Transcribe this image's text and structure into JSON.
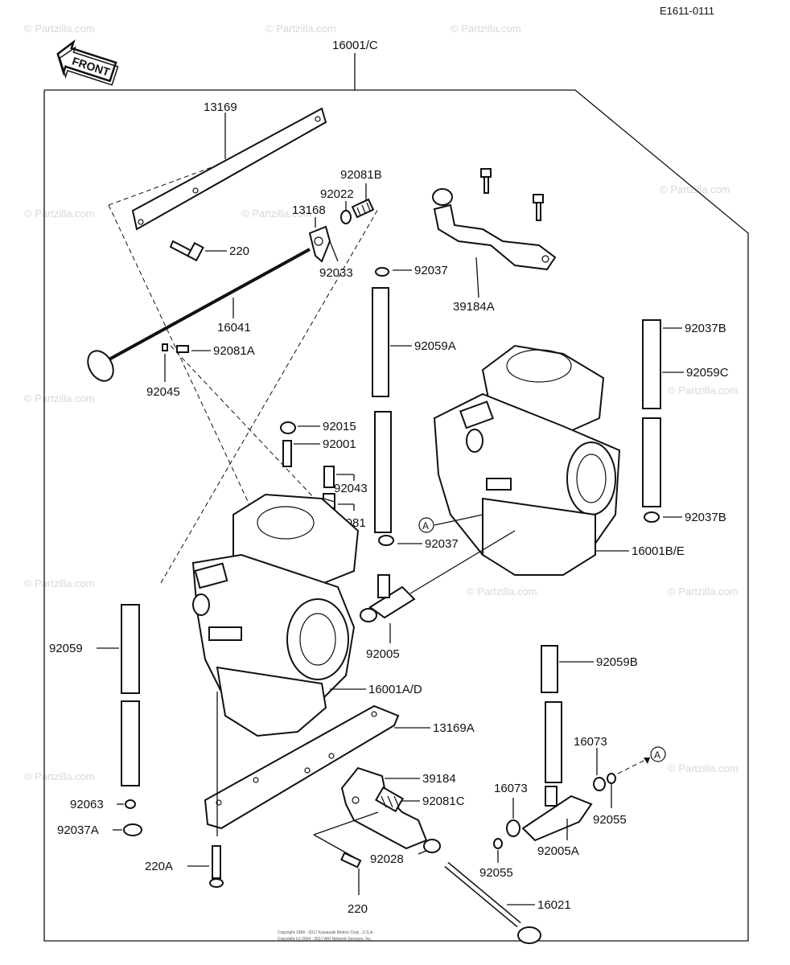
{
  "diagram": {
    "code": "E1611-0111",
    "front_label": "FRONT",
    "assembly_label": "16001/C",
    "ref_marker": "A",
    "parts": {
      "p13169": "13169",
      "p92081B": "92081B",
      "p92022": "92022",
      "p13168": "13168",
      "p220_top": "220",
      "p92033": "92033",
      "p92037_top": "92037",
      "p39184A": "39184A",
      "p16041": "16041",
      "p92081A": "92081A",
      "p92045": "92045",
      "p92059A": "92059A",
      "p92037B_top": "92037B",
      "p92059C": "92059C",
      "p92015": "92015",
      "p92001": "92001",
      "p92043": "92043",
      "p92081": "92081",
      "p92037_mid": "92037",
      "p92037B_bot": "92037B",
      "p16001BE": "16001B/E",
      "p92059": "92059",
      "p92005": "92005",
      "p16001AD": "16001A/D",
      "p92059B": "92059B",
      "p13169A": "13169A",
      "p16073_a": "16073",
      "p16073_b": "16073",
      "p39184": "39184",
      "p92063": "92063",
      "p92081C": "92081C",
      "p92055_r": "92055",
      "p92037A": "92037A",
      "p92028": "92028",
      "p92005A": "92005A",
      "p220A": "220A",
      "p92055_l": "92055",
      "p220_bot": "220",
      "p16021": "16021"
    },
    "copyright_1": "Copyright 1984 - 2017 Kawasaki Motors Corp., U.S.A.",
    "copyright_2": "Copyright (c) 2004 - 2017 ARI Network Services, Inc.",
    "watermark": "© Partzilla.com"
  }
}
